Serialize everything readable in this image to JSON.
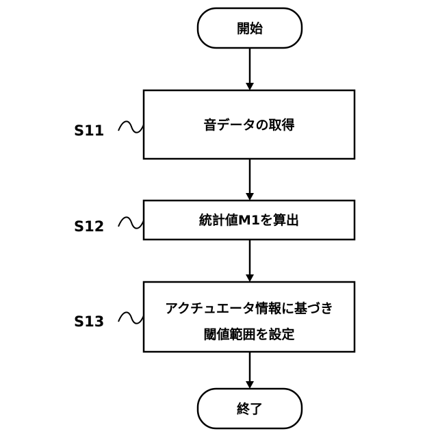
{
  "flowchart": {
    "start": {
      "label": "開始"
    },
    "steps": [
      {
        "id": "S11",
        "lines": [
          "音データの取得"
        ]
      },
      {
        "id": "S12",
        "lines": [
          "統計値M1を算出"
        ]
      },
      {
        "id": "S13",
        "lines": [
          "アクチュエータ情報に基づき",
          "閾値範囲を設定"
        ]
      }
    ],
    "end": {
      "label": "終了"
    }
  },
  "colors": {
    "stroke": "#000000",
    "fill": "#ffffff"
  }
}
